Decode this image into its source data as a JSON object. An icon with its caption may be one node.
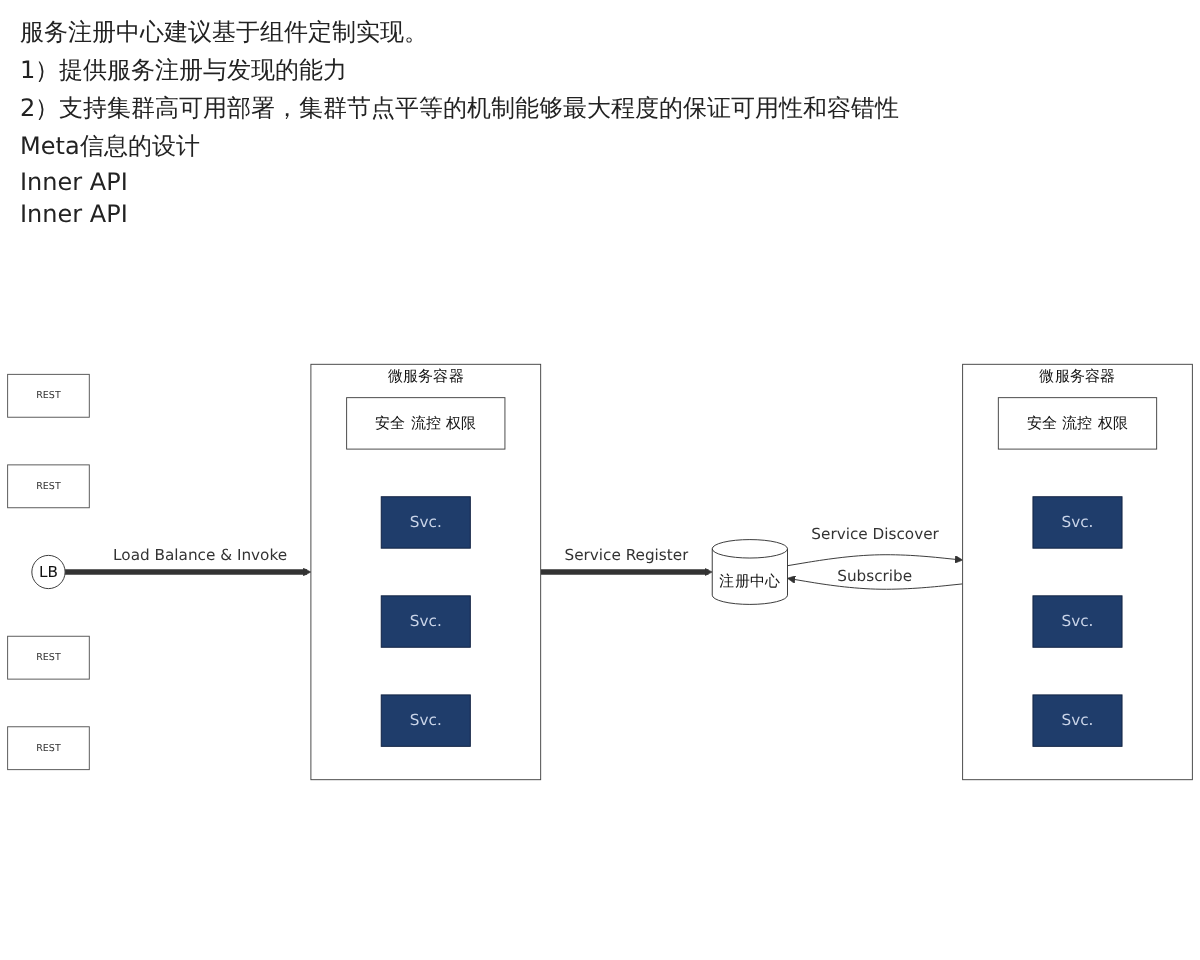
{
  "diagram": {
    "nodes": [
      {
        "text": [
          "注册中心"
        ]
      },
      {
        "text": [
          "REST"
        ]
      },
      {
        "text": [
          "REST"
        ]
      },
      {
        "text": [
          "微服务容器"
        ]
      },
      {
        "text": [
          "安全 流控 权限"
        ],
        "in": 3
      },
      {
        "text": [
          "Svc."
        ],
        "in": 3
      },
      {
        "text": [
          "Svc."
        ],
        "in": 3
      },
      {
        "text": [
          "Svc."
        ],
        "in": 3
      },
      {
        "text": [
          "LB"
        ]
      },
      {
        "text": [
          "REST"
        ]
      },
      {
        "text": [
          "REST"
        ]
      },
      {
        "text": [
          "微服务容器"
        ]
      },
      {
        "text": [
          "安全 流控 权限"
        ],
        "in": 11
      },
      {
        "text": [
          "Svc."
        ],
        "in": 11
      },
      {
        "text": [
          "Svc."
        ],
        "in": 11
      },
      {
        "text": [
          "Svc."
        ],
        "in": 11
      }
    ],
    "edges": [
      {
        "from": 0,
        "to": 3,
        "arrow": "to",
        "label": "Service Discover"
      },
      {
        "from": 3,
        "to": 0,
        "arrow": "to",
        "label": "Subscribe"
      },
      {
        "from": 11,
        "to": 0,
        "arrow": "to",
        "label": "Service Register",
        "style": "thick"
      },
      {
        "from": 8,
        "to": 11,
        "arrow": "to",
        "label": "Load Balance & Invoke",
        "style": "thick"
      }
    ],
    "labels": [
      "服务注册中心建议基于组件定制实现。",
      "1）提供服务注册与发现的能力",
      "2）支持集群高可用部署，集群节点平等的机制能够最大程度的保证可用性和容错性",
      "Meta信息的设计",
      "Inner API",
      "Inner API"
    ]
  }
}
